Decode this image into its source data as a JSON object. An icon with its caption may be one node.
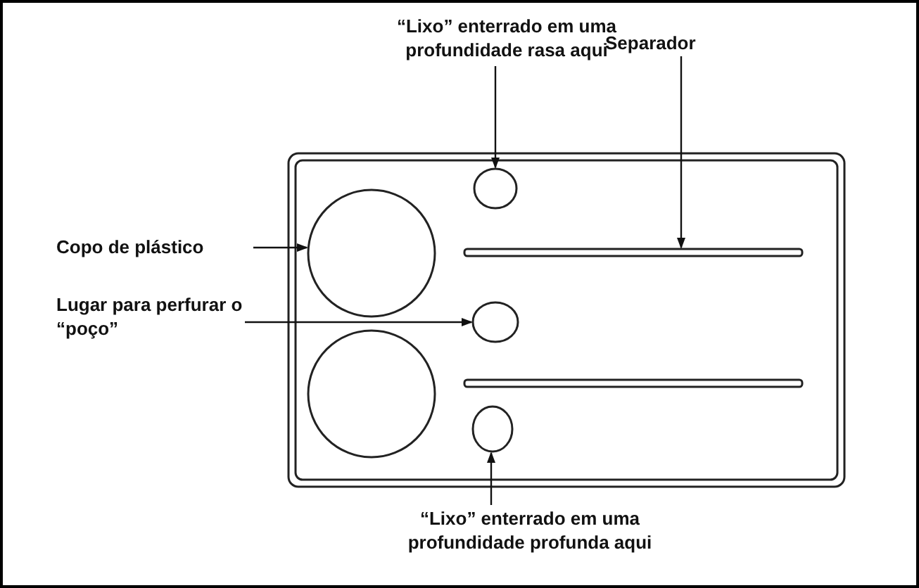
{
  "diagram": {
    "nodes": [
      {
        "text": [
          "“Lixo” enterrado em uma profundidade rasa aqui"
        ]
      },
      {
        "text": [
          "Separador"
        ]
      },
      {
        "text": [
          "Copo de plástico"
        ]
      },
      {
        "text": [
          "Lugar para perfurar o “poço”"
        ]
      },
      {
        "text": [
          "“Lixo” enterrado em uma profundidade profunda aqui"
        ]
      },
      {
        "text": [],
        "shape": "circle"
      },
      {
        "text": [],
        "shape": "circle"
      },
      {
        "text": [],
        "shape": "bar"
      },
      {
        "text": [],
        "shape": "circle"
      },
      {
        "text": [],
        "shape": "circle"
      }
    ],
    "edges": [
      {
        "from": 0,
        "to": 5,
        "arrow": "to"
      },
      {
        "from": 1,
        "to": 7,
        "arrow": "to"
      },
      {
        "from": 2,
        "to": 6,
        "arrow": "to"
      },
      {
        "from": 3,
        "to": 8,
        "arrow": "to"
      },
      {
        "from": 4,
        "to": 9,
        "arrow": "to"
      }
    ]
  }
}
